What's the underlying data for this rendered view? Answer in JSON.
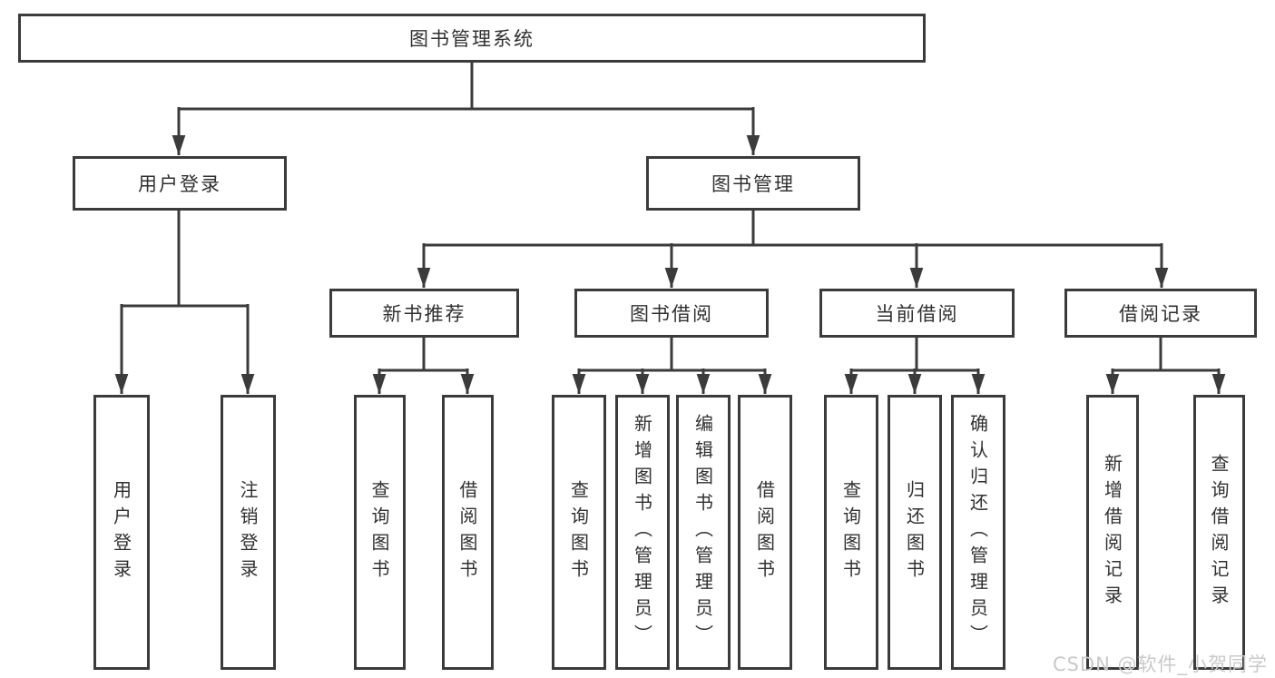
{
  "diagram": {
    "root": {
      "label": "图书管理系统"
    },
    "children": [
      {
        "label": "用户登录",
        "children": [
          {
            "label": "用户登录"
          },
          {
            "label": "注销登录"
          }
        ]
      },
      {
        "label": "图书管理",
        "children": [
          {
            "label": "新书推荐",
            "children": [
              {
                "label": "查询图书"
              },
              {
                "label": "借阅图书"
              }
            ]
          },
          {
            "label": "图书借阅",
            "children": [
              {
                "label": "查询图书"
              },
              {
                "label": "新增图书（管理员）"
              },
              {
                "label": "编辑图书（管理员）"
              },
              {
                "label": "借阅图书"
              }
            ]
          },
          {
            "label": "当前借阅",
            "children": [
              {
                "label": "查询图书"
              },
              {
                "label": "归还图书"
              },
              {
                "label": "确认归还（管理员）"
              }
            ]
          },
          {
            "label": "借阅记录",
            "children": [
              {
                "label": "新增借阅记录"
              },
              {
                "label": "查询借阅记录"
              }
            ]
          }
        ]
      }
    ]
  },
  "colors": {
    "line": "#3b3b3b",
    "box_border": "#3b3b3b",
    "text": "#303030",
    "watermark": "#c9c9c9"
  },
  "watermark": {
    "text": "CSDN @软件_小贺同学"
  }
}
